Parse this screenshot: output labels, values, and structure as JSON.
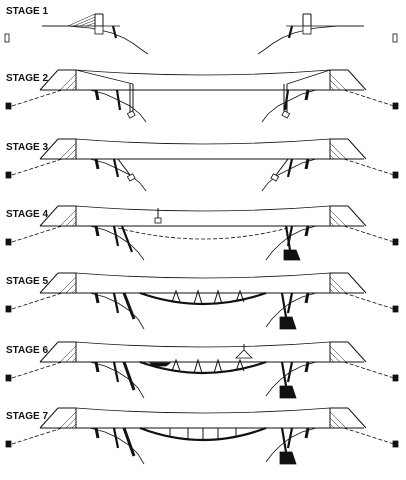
{
  "stages": [
    {
      "label": "STAGE 1"
    },
    {
      "label": "STAGE 2"
    },
    {
      "label": "STAGE 3"
    },
    {
      "label": "STAGE 4"
    },
    {
      "label": "STAGE 5"
    },
    {
      "label": "STAGE 6"
    },
    {
      "label": "STAGE 7"
    }
  ]
}
